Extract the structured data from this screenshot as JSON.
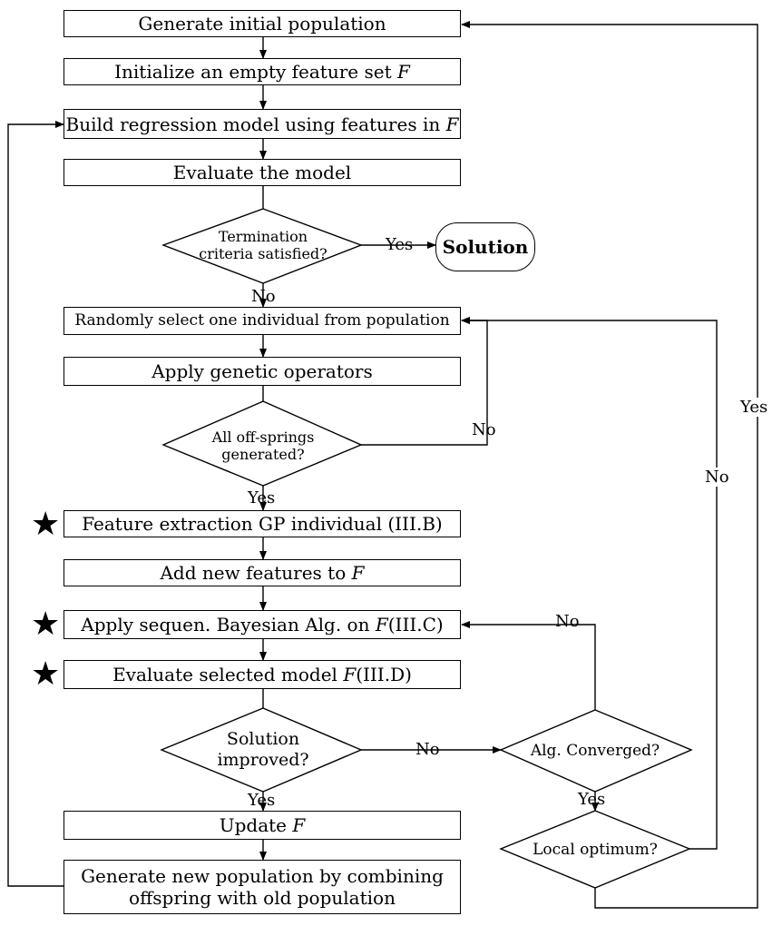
{
  "boxes": {
    "generate_initial_population": "Generate initial population",
    "initialize_feature_set": "Initialize an empty feature set",
    "build_regression_model": "Build regression model using features in",
    "evaluate_model": "Evaluate the model",
    "randomly_select": "Randomly select one individual from population",
    "apply_genetic_operators": "Apply genetic operators",
    "feature_extraction": "Feature extraction GP individual (III.B)",
    "add_new_features": "Add new features to",
    "apply_bayesian": "Apply  sequen. Bayesian Alg. on",
    "apply_bayesian_ref": "(III.C)",
    "evaluate_selected": "Evaluate selected model",
    "evaluate_selected_ref": "(III.D)",
    "update": "Update",
    "generate_new_population_line1": "Generate new population by combining",
    "generate_new_population_line2": "offspring with old population",
    "solution": "Solution",
    "feature_var": "F"
  },
  "decisions": {
    "termination_line1": "Termination",
    "termination_line2": "criteria satisfied?",
    "offsprings_line1": "All off-springs",
    "offsprings_line2": "generated?",
    "solution_improved_line1": "Solution",
    "solution_improved_line2": "improved?",
    "alg_converged": "Alg. Converged?",
    "local_optimum": "Local optimum?"
  },
  "labels": {
    "yes_termination": "Yes",
    "no_termination": "No",
    "no_offsprings": "No",
    "yes_offsprings": "Yes",
    "no_improved": "No",
    "yes_improved": "Yes",
    "no_converged": "No",
    "yes_converged": "Yes",
    "no_local": "No",
    "yes_local": "Yes"
  },
  "markers": {
    "star_glyph": "★"
  }
}
